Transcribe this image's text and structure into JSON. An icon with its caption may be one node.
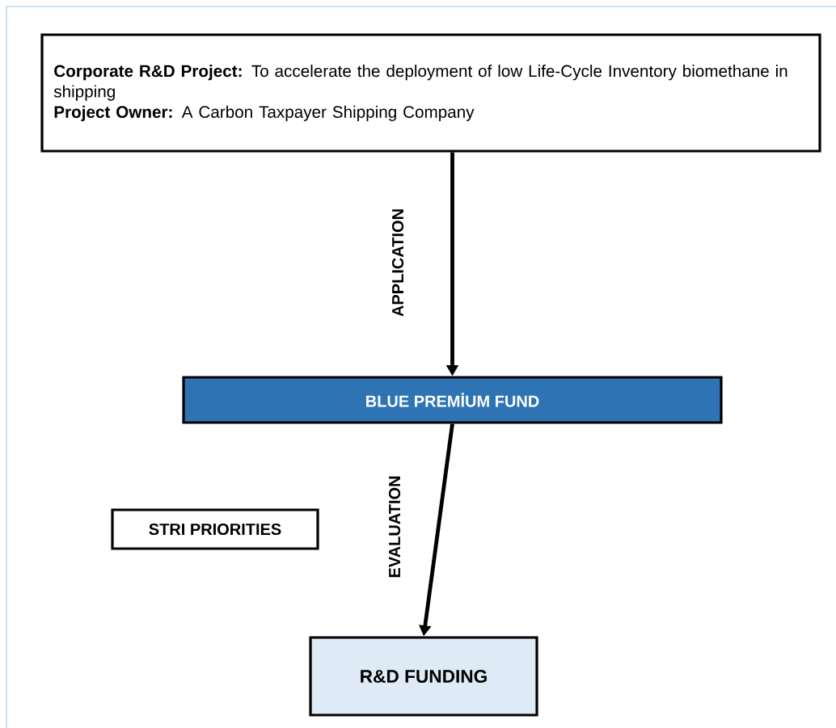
{
  "diagram": {
    "nodes": [
      {
        "text": [
          "**Corporate R&D Project:** To accelerate the deployment of low Life-Cycle Inventory biomethane in shipping",
          "**Project Owner:** A Carbon Taxpayer Shipping Company"
        ]
      },
      {
        "text": [
          "BLUE PREMİUM FUND"
        ]
      },
      {
        "text": [
          "STRI PRIORITIES"
        ]
      },
      {
        "text": [
          "R&D FUNDING"
        ]
      }
    ],
    "edges": [
      {
        "from": 0,
        "to": 1,
        "arrow": "to",
        "label": "APPLICATION"
      },
      {
        "from": 1,
        "to": 3,
        "arrow": "to",
        "label": "EVALUATION"
      }
    ]
  }
}
